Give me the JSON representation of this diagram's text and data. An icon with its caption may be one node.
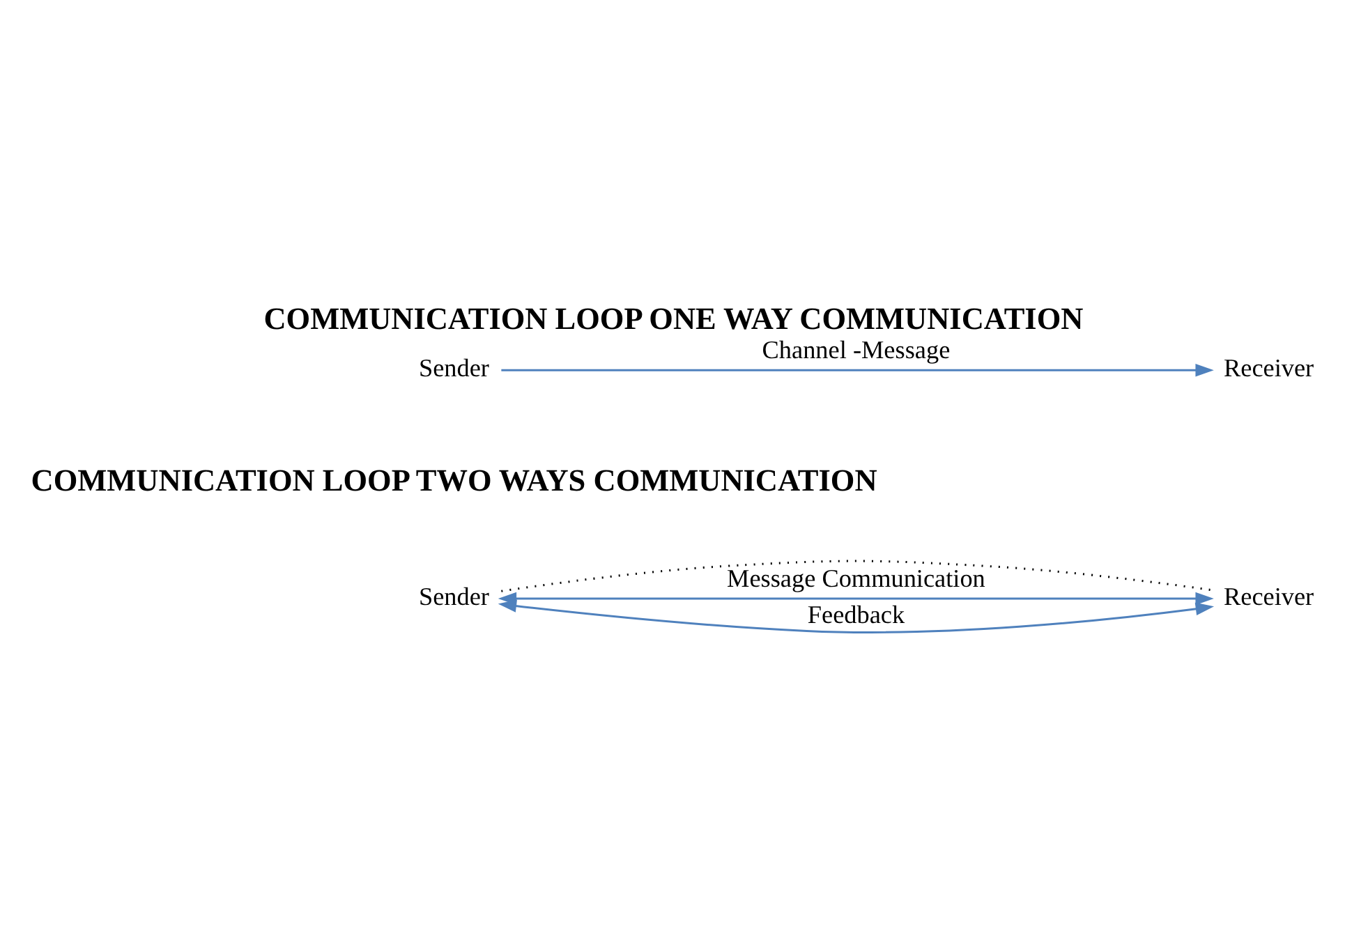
{
  "diagram": {
    "title": "COMMUNICATION LOOP ONE WAY COMMUNICATION",
    "nodes": [
      {
        "text": [
          "Sender"
        ]
      },
      {
        "text": [
          "Receiver"
        ]
      },
      {
        "text": [
          "Sender"
        ]
      },
      {
        "text": [
          "Receiver"
        ]
      }
    ],
    "edges": [
      {
        "from": 0,
        "to": 1,
        "arrow": "to",
        "label": "Channel -Message"
      },
      {
        "from": 2,
        "to": 3,
        "arrow": "both",
        "label": "Message Communication"
      },
      {
        "from": 2,
        "to": 3,
        "arrow": "none",
        "style": "dashed",
        "color": "#000000"
      },
      {
        "from": 2,
        "to": 3,
        "arrow": "both",
        "label": "Feedback"
      }
    ],
    "labels": [
      "COMMUNICATION LOOP TWO WAYS COMMUNICATION"
    ]
  }
}
